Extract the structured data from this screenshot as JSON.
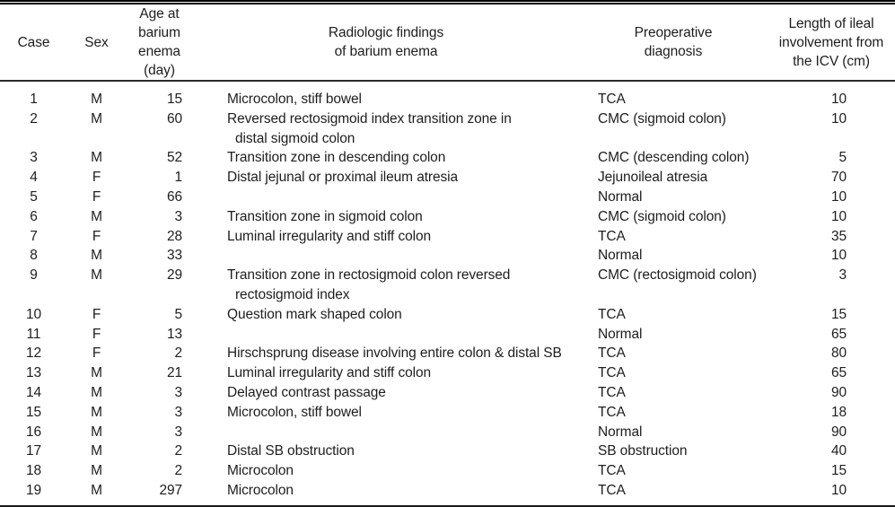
{
  "table": {
    "headers": [
      "Case",
      "Sex",
      "Age at barium\nenema (day)",
      "Radiologic findings\nof barium enema",
      "Preoperative\ndiagnosis",
      "Length of ileal\ninvolvement from\nthe ICV (cm)"
    ],
    "rows": [
      {
        "case": "1",
        "sex": "M",
        "age": "15",
        "findings": [
          "Microcolon, stiff bowel"
        ],
        "diagnosis": "TCA",
        "length": "10"
      },
      {
        "case": "2",
        "sex": "M",
        "age": "60",
        "findings": [
          "Reversed rectosigmoid index transition zone in",
          "distal sigmoid colon"
        ],
        "diagnosis": "CMC (sigmoid colon)",
        "length": "10"
      },
      {
        "case": "3",
        "sex": "M",
        "age": "52",
        "findings": [
          "Transition zone in descending colon"
        ],
        "diagnosis": "CMC (descending colon)",
        "length": "5"
      },
      {
        "case": "4",
        "sex": "F",
        "age": "1",
        "findings": [
          "Distal jejunal or proximal ileum atresia"
        ],
        "diagnosis": "Jejunoileal atresia",
        "length": "70"
      },
      {
        "case": "5",
        "sex": "F",
        "age": "66",
        "findings": [
          ""
        ],
        "diagnosis": "Normal",
        "length": "10"
      },
      {
        "case": "6",
        "sex": "M",
        "age": "3",
        "findings": [
          "Transition zone in sigmoid colon"
        ],
        "diagnosis": "CMC (sigmoid colon)",
        "length": "10"
      },
      {
        "case": "7",
        "sex": "F",
        "age": "28",
        "findings": [
          "Luminal irregularity and stiff colon"
        ],
        "diagnosis": "TCA",
        "length": "35"
      },
      {
        "case": "8",
        "sex": "M",
        "age": "33",
        "findings": [
          ""
        ],
        "diagnosis": "Normal",
        "length": "10"
      },
      {
        "case": "9",
        "sex": "M",
        "age": "29",
        "findings": [
          "Transition zone in rectosigmoid colon reversed",
          "rectosigmoid index"
        ],
        "diagnosis": "CMC (rectosigmoid colon)",
        "length": "3"
      },
      {
        "case": "10",
        "sex": "F",
        "age": "5",
        "findings": [
          "Question mark shaped colon"
        ],
        "diagnosis": "TCA",
        "length": "15"
      },
      {
        "case": "11",
        "sex": "F",
        "age": "13",
        "findings": [
          ""
        ],
        "diagnosis": "Normal",
        "length": "65"
      },
      {
        "case": "12",
        "sex": "F",
        "age": "2",
        "findings": [
          "Hirschsprung disease involving entire colon & distal SB"
        ],
        "diagnosis": "TCA",
        "length": "80"
      },
      {
        "case": "13",
        "sex": "M",
        "age": "21",
        "findings": [
          "Luminal irregularity and stiff colon"
        ],
        "diagnosis": "TCA",
        "length": "65"
      },
      {
        "case": "14",
        "sex": "M",
        "age": "3",
        "findings": [
          "Delayed contrast passage"
        ],
        "diagnosis": "TCA",
        "length": "90"
      },
      {
        "case": "15",
        "sex": "M",
        "age": "3",
        "findings": [
          "Microcolon, stiff bowel"
        ],
        "diagnosis": "TCA",
        "length": "18"
      },
      {
        "case": "16",
        "sex": "M",
        "age": "3",
        "findings": [
          ""
        ],
        "diagnosis": "Normal",
        "length": "90"
      },
      {
        "case": "17",
        "sex": "M",
        "age": "2",
        "findings": [
          "Distal SB obstruction"
        ],
        "diagnosis": "SB obstruction",
        "length": "40"
      },
      {
        "case": "18",
        "sex": "M",
        "age": "2",
        "findings": [
          "Microcolon"
        ],
        "diagnosis": "TCA",
        "length": "15"
      },
      {
        "case": "19",
        "sex": "M",
        "age": "297",
        "findings": [
          "Microcolon"
        ],
        "diagnosis": "TCA",
        "length": "10"
      }
    ]
  },
  "styles": {
    "background": "#ffffff",
    "text_color": "#1e1e1e",
    "rule_color": "#000000"
  }
}
